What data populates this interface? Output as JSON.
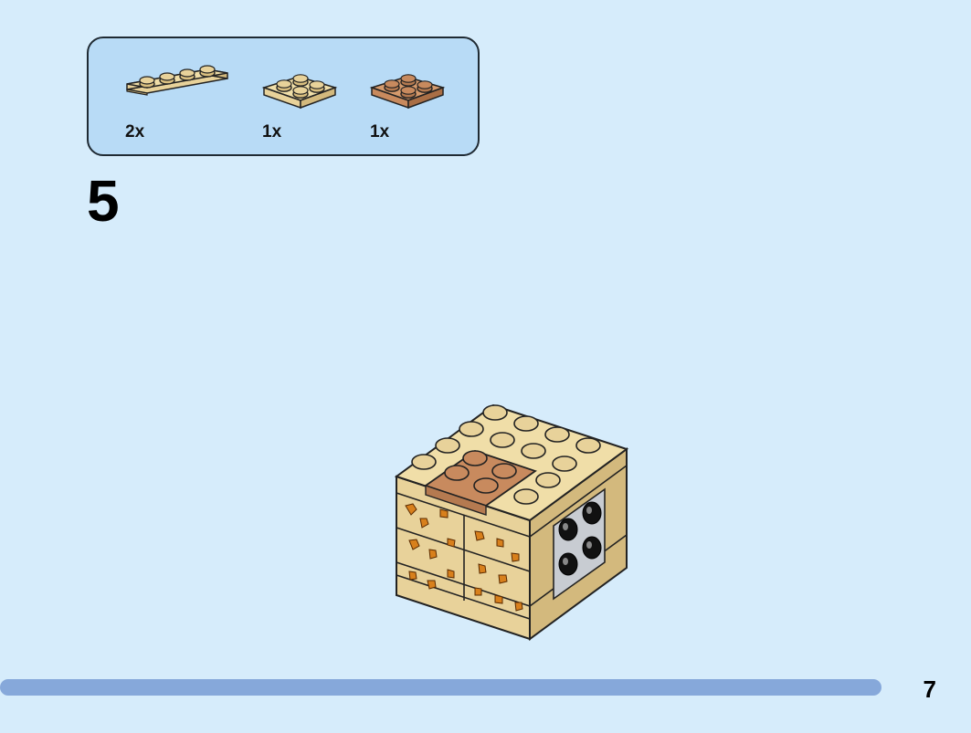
{
  "parts_list": {
    "items": [
      {
        "name": "tan-plate-1x4",
        "quantity": "2x",
        "color": "#e8d29a"
      },
      {
        "name": "tan-plate-2x2",
        "quantity": "1x",
        "color": "#e8d29a"
      },
      {
        "name": "brown-plate-2x2",
        "quantity": "1x",
        "color": "#c88a5e"
      }
    ]
  },
  "step": {
    "number": "5"
  },
  "model": {
    "colors": {
      "tan": "#e8d29a",
      "tan_dark": "#d3b97d",
      "brown": "#c88a5e",
      "black": "#111111",
      "grey": "#c8ccd2",
      "spot": "#d8801c"
    }
  },
  "progress": {
    "fraction": 0.905
  },
  "page": {
    "number": "7"
  }
}
